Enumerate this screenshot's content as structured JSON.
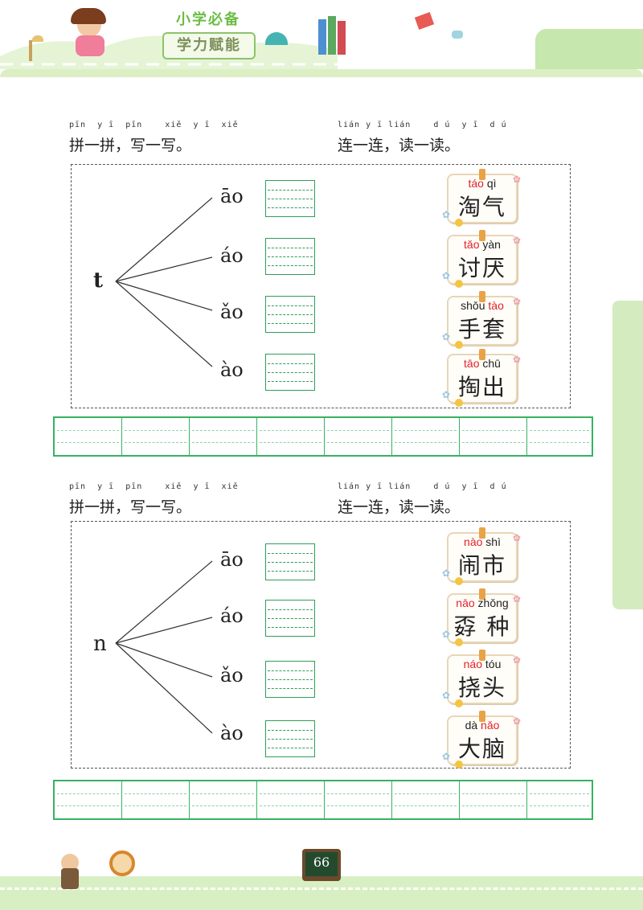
{
  "header": {
    "brand_line1": "小学必备",
    "brand_line2": "学力赋能"
  },
  "sections": [
    {
      "left_instruction": {
        "pinyin": "pīn  y ī  pīn    xiě  y ī  xiě",
        "text": "拼一拼，写一写。"
      },
      "right_instruction": {
        "pinyin": "lián y ī lián    d ú  y ī  d ú",
        "text": "连一连，读一读。"
      },
      "initial": "t",
      "finals": [
        "āo",
        "áo",
        "ǎo",
        "ào"
      ],
      "cards": [
        {
          "py1": "táo",
          "py1_red": true,
          "py2": "qì",
          "py2_red": false,
          "hanzi": "淘气"
        },
        {
          "py1": "tǎo",
          "py1_red": true,
          "py2": "yàn",
          "py2_red": false,
          "hanzi": "讨厌"
        },
        {
          "py1": "shǒu",
          "py1_red": false,
          "py2": "tào",
          "py2_red": true,
          "hanzi": "手套"
        },
        {
          "py1": "tāo",
          "py1_red": true,
          "py2": "chū",
          "py2_red": false,
          "hanzi": "掏出"
        }
      ]
    },
    {
      "left_instruction": {
        "pinyin": "pīn  y ī  pīn    xiě  y ī  xiě",
        "text": "拼一拼，写一写。"
      },
      "right_instruction": {
        "pinyin": "lián y ī lián    d ú  y ī  d ú",
        "text": "连一连，读一读。"
      },
      "initial": "n",
      "finals": [
        "āo",
        "áo",
        "ǎo",
        "ào"
      ],
      "cards": [
        {
          "py1": "nào",
          "py1_red": true,
          "py2": "shì",
          "py2_red": false,
          "hanzi": "闹市"
        },
        {
          "py1": "nāo",
          "py1_red": true,
          "py2": "zhǒng",
          "py2_red": false,
          "hanzi": "孬 种"
        },
        {
          "py1": "náo",
          "py1_red": true,
          "py2": "tóu",
          "py2_red": false,
          "hanzi": "挠头"
        },
        {
          "py1": "dà",
          "py1_red": false,
          "py2": "nǎo",
          "py2_red": true,
          "hanzi": "大脑"
        }
      ]
    }
  ],
  "footer": {
    "page_number": "66"
  },
  "colors": {
    "accent_green": "#37b262",
    "pinyin_red": "#e2212a",
    "band_green": "#d3ebbf"
  }
}
